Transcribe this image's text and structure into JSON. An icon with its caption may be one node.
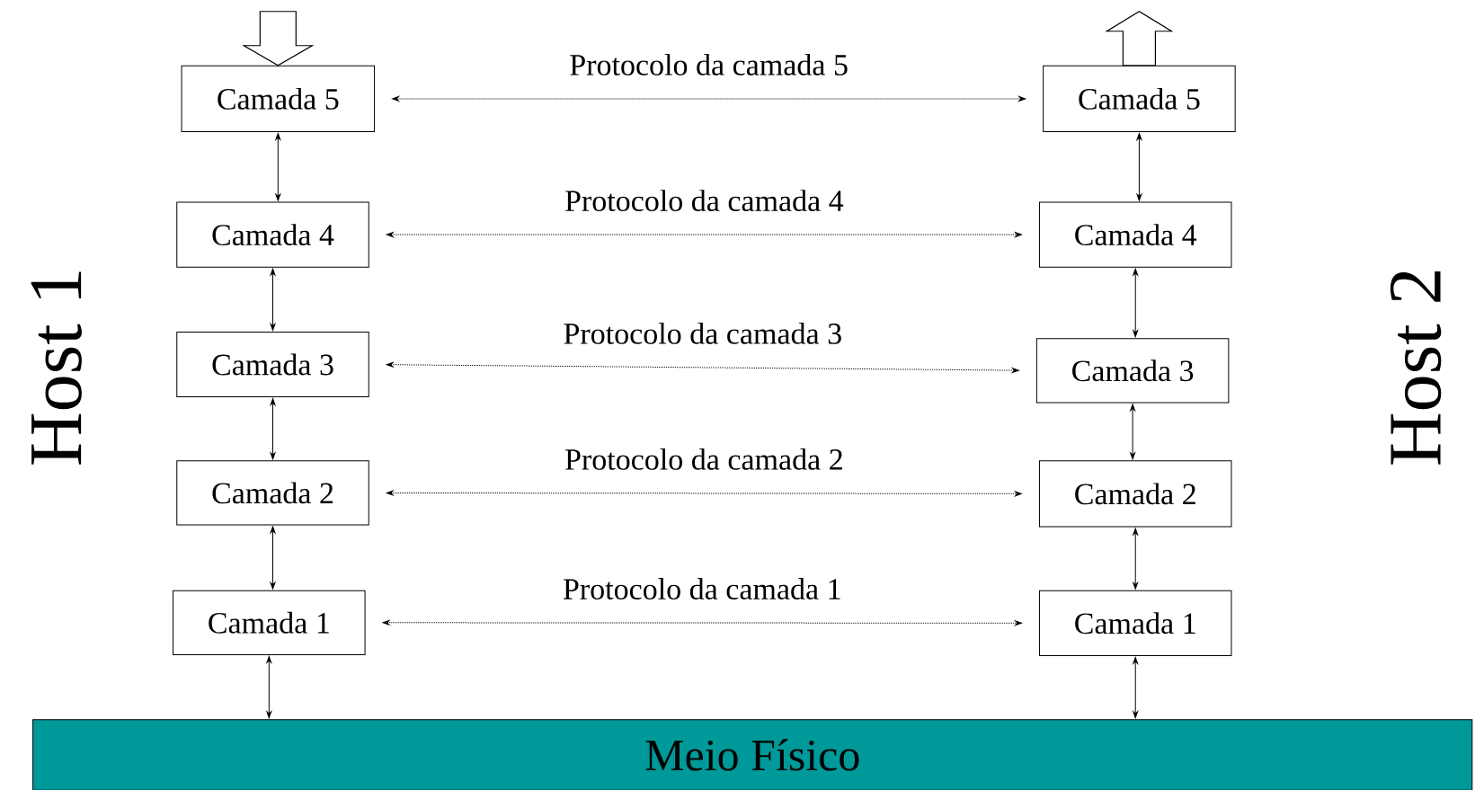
{
  "diagram": {
    "nodes": [
      {
        "text": [
          "Camada 5"
        ]
      },
      {
        "text": [
          "Camada 4"
        ]
      },
      {
        "text": [
          "Camada 3"
        ]
      },
      {
        "text": [
          "Camada 2"
        ]
      },
      {
        "text": [
          "Camada 1"
        ]
      },
      {
        "text": [
          "Camada 5"
        ]
      },
      {
        "text": [
          "Camada 4"
        ]
      },
      {
        "text": [
          "Camada 3"
        ]
      },
      {
        "text": [
          "Camada 2"
        ]
      },
      {
        "text": [
          "Camada 1"
        ]
      },
      {
        "text": [
          "Meio Físico"
        ]
      }
    ],
    "edges": [
      {
        "from": null,
        "to": 0,
        "arrow": "to",
        "style": "thick"
      },
      {
        "from": 5,
        "to": null,
        "arrow": "to",
        "style": "thick"
      },
      {
        "from": 0,
        "to": 5,
        "arrow": "both",
        "style": "dashed",
        "label": "Protocolo da camada 5"
      },
      {
        "from": 1,
        "to": 6,
        "arrow": "both",
        "style": "dashed",
        "label": "Protocolo da camada 4"
      },
      {
        "from": 2,
        "to": 7,
        "arrow": "both",
        "style": "dashed",
        "label": "Protocolo da camada 3"
      },
      {
        "from": 3,
        "to": 8,
        "arrow": "both",
        "style": "dashed",
        "label": "Protocolo da camada 2"
      },
      {
        "from": 4,
        "to": 9,
        "arrow": "both",
        "style": "dashed",
        "label": "Protocolo da camada 1"
      },
      {
        "from": 0,
        "to": 1,
        "arrow": "both"
      },
      {
        "from": 1,
        "to": 2,
        "arrow": "both"
      },
      {
        "from": 2,
        "to": 3,
        "arrow": "both"
      },
      {
        "from": 3,
        "to": 4,
        "arrow": "both"
      },
      {
        "from": 4,
        "to": 10,
        "arrow": "both"
      },
      {
        "from": 5,
        "to": 6,
        "arrow": "both"
      },
      {
        "from": 6,
        "to": 7,
        "arrow": "both"
      },
      {
        "from": 7,
        "to": 8,
        "arrow": "both"
      },
      {
        "from": 8,
        "to": 9,
        "arrow": "both"
      },
      {
        "from": 9,
        "to": 10,
        "arrow": "both"
      }
    ],
    "labels": [
      "Host 1",
      "Host 2"
    ]
  }
}
